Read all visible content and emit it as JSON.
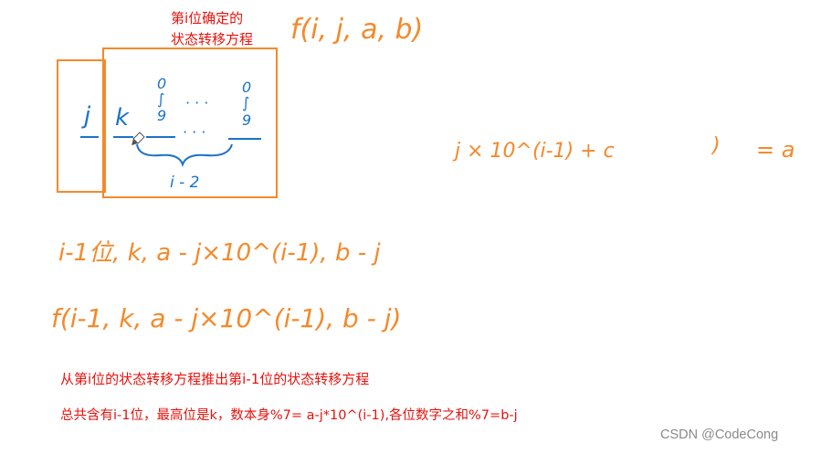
{
  "colors": {
    "orange": "#f5892a",
    "blue": "#1a73c7",
    "red_text": "#e8120c",
    "watermark": "#8a8a8a"
  },
  "top_label": {
    "line1": "第i位确定的",
    "line2": "状态转移方程"
  },
  "handwritten": {
    "function_top": "f(i, j, a, b)",
    "box_digit_outer": "j",
    "box_digit_k": "k",
    "box_range_top_1": "0",
    "box_range_top_2": "0",
    "box_range_bottom_1": "9",
    "box_range_bottom_2": "9",
    "box_dots": "· · ·",
    "box_count": "i - 2",
    "equation_left": "j × 10^(i-1) + c",
    "equation_paren": ")",
    "equation_right": "= a",
    "state_line": "i-1位, k, a - j×10^(i-1), b - j",
    "recurrence_line": "f(i-1, k, a - j×10^(i-1), b - j)"
  },
  "captions": {
    "line1": "从第i位的状态转移方程推出第i-1位的状态转移方程",
    "line2": "总共含有i-1位，最高位是k，数本身%7= a-j*10^(i-1),各位数字之和%7=b-j"
  },
  "watermark": "CSDN @CodeCong"
}
